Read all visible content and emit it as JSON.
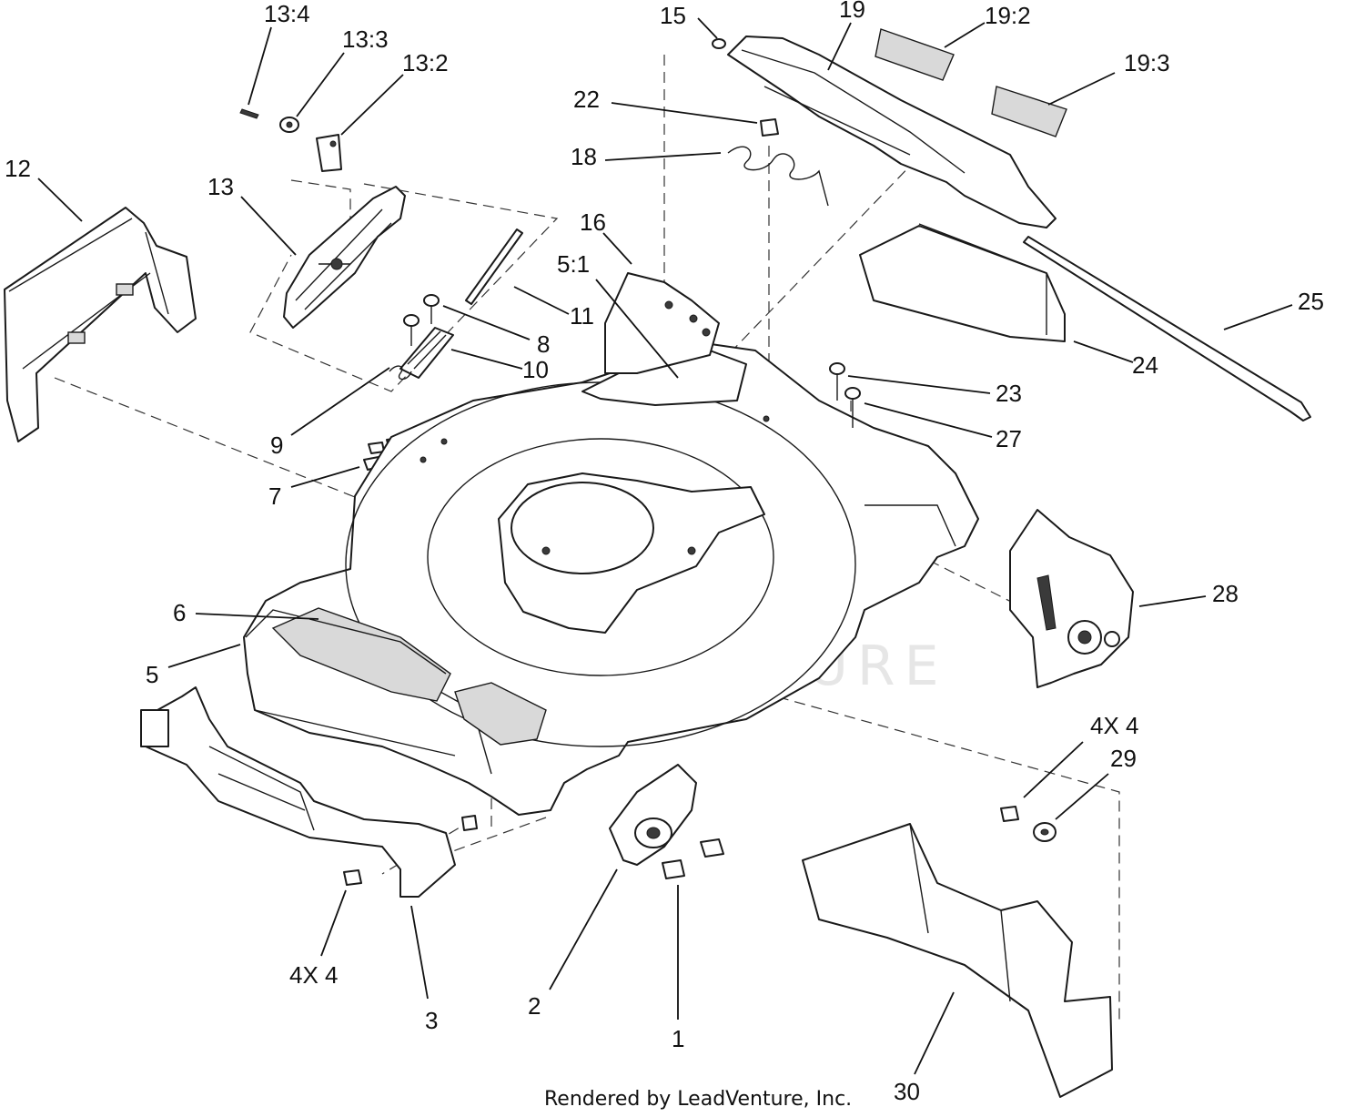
{
  "watermark": "LEADVENTURE",
  "footer": "Rendered by LeadVenture, Inc.",
  "callouts": {
    "c1": "1",
    "c2": "2",
    "c3": "3",
    "c4x4a": "4X 4",
    "c4x4b": "4X 4",
    "c5": "5",
    "c5_1": "5:1",
    "c6": "6",
    "c7": "7",
    "c8": "8",
    "c9": "9",
    "c10": "10",
    "c11": "11",
    "c12": "12",
    "c13": "13",
    "c13_2": "13:2",
    "c13_3": "13:3",
    "c13_4": "13:4",
    "c15": "15",
    "c16": "16",
    "c18": "18",
    "c19": "19",
    "c19_2": "19:2",
    "c19_3": "19:3",
    "c22": "22",
    "c23": "23",
    "c24": "24",
    "c25": "25",
    "c27": "27",
    "c28": "28",
    "c29": "29",
    "c30": "30"
  }
}
